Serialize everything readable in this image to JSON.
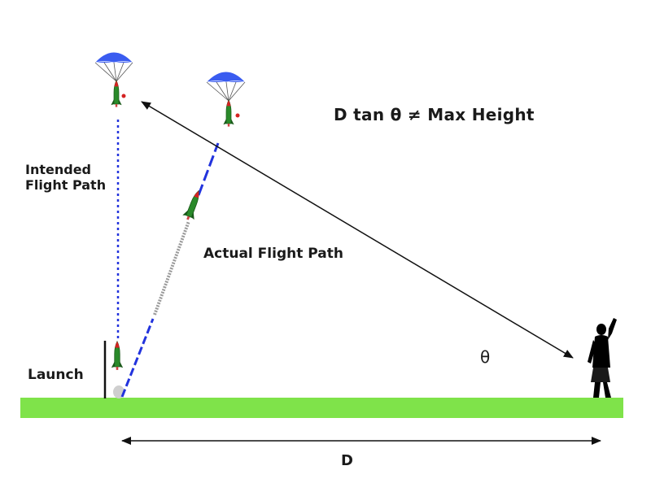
{
  "diagram": {
    "equation": "D tan θ ≠ Max Height",
    "actual_flight_path_label": "Actual Flight Path",
    "intended_flight_path_label": "Intended Flight Path",
    "launch_label": "Launch",
    "angle_label": "θ",
    "distance_label": "D"
  },
  "colors": {
    "ground": "#7fe34a",
    "path_blue": "#2233dd",
    "parachute": "#3a5cf0",
    "rocket_body": "#2a8a2a",
    "rocket_nose": "#d42222",
    "line": "#111111",
    "person": "#000000"
  }
}
